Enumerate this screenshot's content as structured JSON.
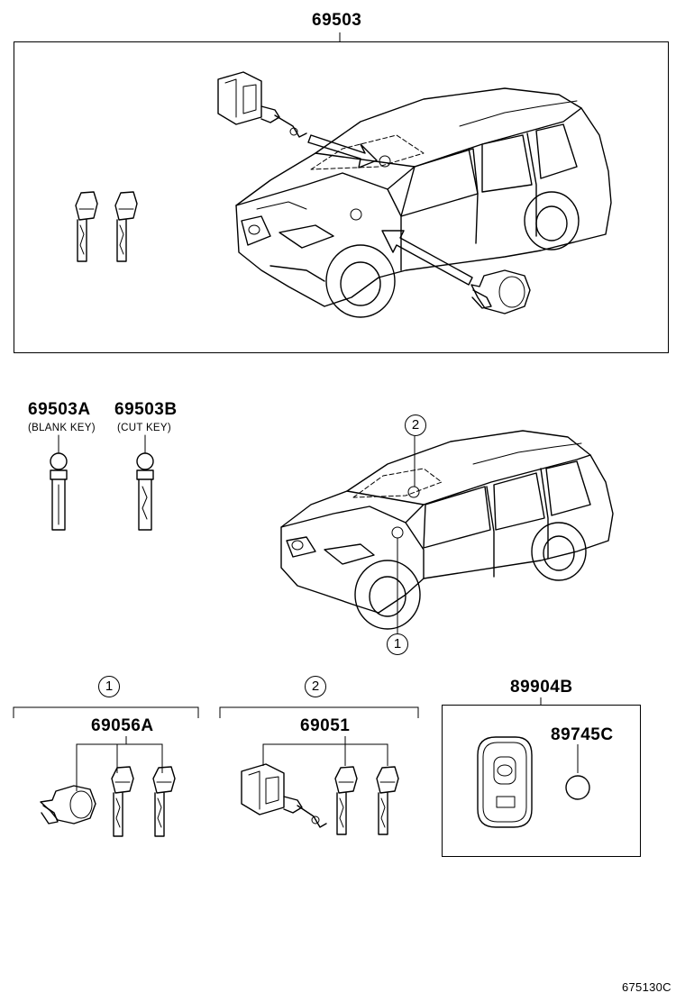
{
  "assembly": {
    "part_number": "69503"
  },
  "keys_row": {
    "blank_key": {
      "part_number": "69503A",
      "note": "(BLANK KEY)"
    },
    "cut_key": {
      "part_number": "69503B",
      "note": "(CUT KEY)"
    }
  },
  "callouts": {
    "marker_1": "1",
    "marker_2": "2"
  },
  "group_1": {
    "marker": "1",
    "part_number": "69056A"
  },
  "group_2": {
    "marker": "2",
    "part_number": "69051"
  },
  "remote": {
    "part_number": "89904B",
    "battery_part_number": "89745C"
  },
  "illustration_id": "675130C"
}
